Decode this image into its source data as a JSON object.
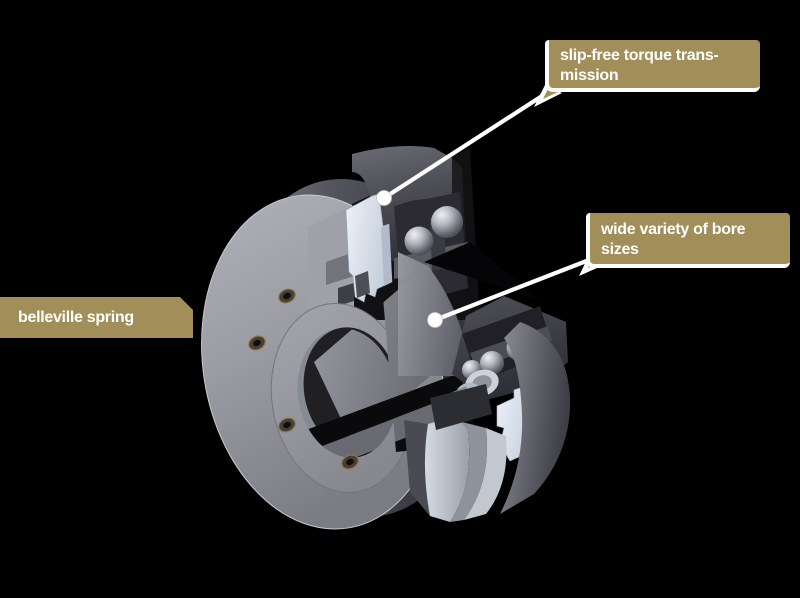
{
  "illustration": {
    "name": "safety-coupling-cutaway",
    "type": "3d-cutaway-product-rendering"
  },
  "colors": {
    "background": "#000000",
    "label_background": "#a28e58",
    "label_text": "#ffffff",
    "label_border": "#ffffff",
    "leader_line": "#ffffff",
    "marker_dot": "#ffffff"
  },
  "callouts": [
    {
      "id": "slip-free-torque",
      "text": "slip-free torque trans-mission",
      "has_leader_line": true,
      "marker": "dot"
    },
    {
      "id": "bore-sizes",
      "text": "wide variety of bore sizes",
      "has_leader_line": true,
      "marker": "dot"
    },
    {
      "id": "belleville-spring",
      "text": "belleville spring",
      "has_leader_line": false,
      "marker": "none"
    }
  ]
}
